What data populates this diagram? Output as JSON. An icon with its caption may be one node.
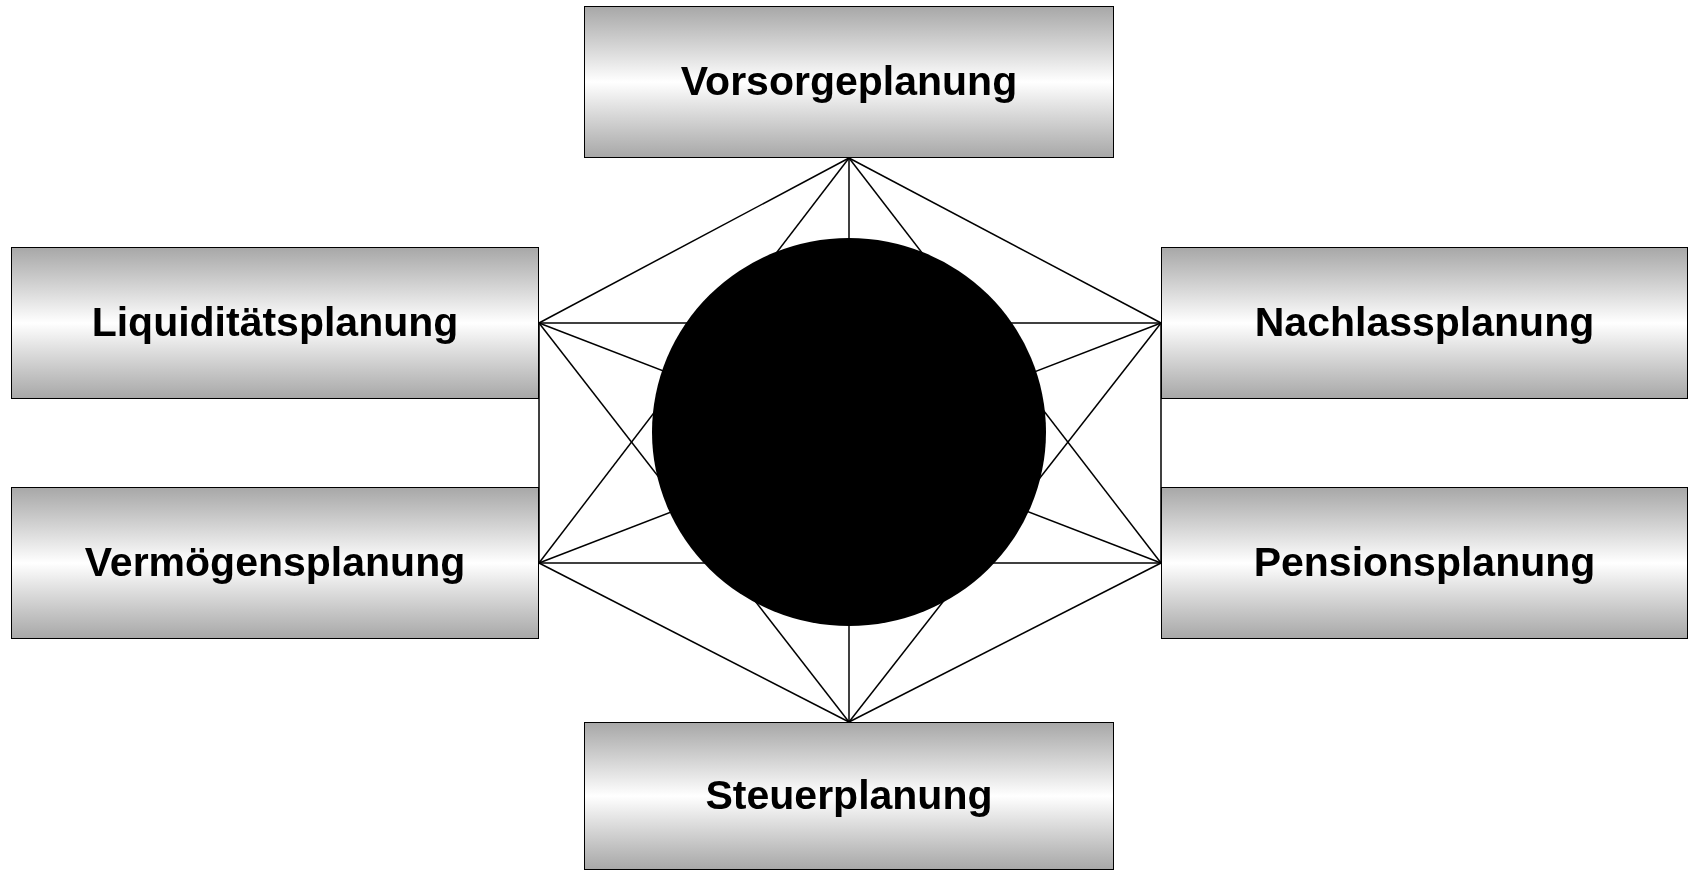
{
  "diagram": {
    "nodes": [
      {
        "text": [
          "Vorsorgeplanung"
        ]
      },
      {
        "text": [
          "Liquiditätsplanung"
        ]
      },
      {
        "text": [
          "Nachlassplanung"
        ]
      },
      {
        "text": [
          "Vermögensplanung"
        ]
      },
      {
        "text": [
          "Pensionsplanung"
        ]
      },
      {
        "text": [
          "Steuerplanung"
        ]
      }
    ],
    "edges": [
      {
        "from": 0,
        "to": 1,
        "arrow": "none"
      },
      {
        "from": 0,
        "to": 2,
        "arrow": "none"
      },
      {
        "from": 0,
        "to": 3,
        "arrow": "none"
      },
      {
        "from": 0,
        "to": 4,
        "arrow": "none"
      },
      {
        "from": 0,
        "to": 5,
        "arrow": "none"
      },
      {
        "from": 1,
        "to": 2,
        "arrow": "none"
      },
      {
        "from": 1,
        "to": 3,
        "arrow": "none"
      },
      {
        "from": 1,
        "to": 4,
        "arrow": "none"
      },
      {
        "from": 1,
        "to": 5,
        "arrow": "none"
      },
      {
        "from": 2,
        "to": 3,
        "arrow": "none"
      },
      {
        "from": 2,
        "to": 4,
        "arrow": "none"
      },
      {
        "from": 2,
        "to": 5,
        "arrow": "none"
      },
      {
        "from": 3,
        "to": 4,
        "arrow": "none"
      },
      {
        "from": 3,
        "to": 5,
        "arrow": "none"
      },
      {
        "from": 4,
        "to": 5,
        "arrow": "none"
      }
    ]
  }
}
